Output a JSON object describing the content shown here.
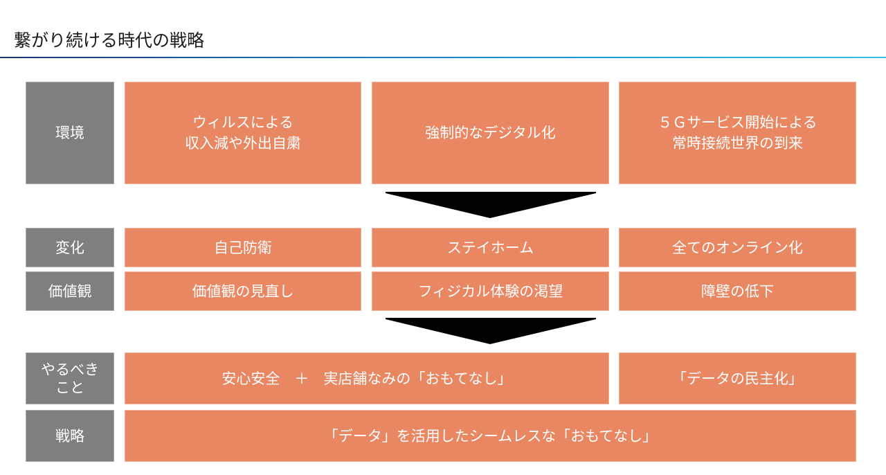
{
  "slide": {
    "title": "繋がり続ける時代の戦略"
  },
  "rows": {
    "environment": {
      "label": "環境",
      "cells": [
        "ウィルスによる\n収入減や外出自粛",
        "強制的なデジタル化",
        "５Ｇサービス開始による\n常時接続世界の到来"
      ]
    },
    "change": {
      "label": "変化",
      "cells": [
        "自己防衛",
        "ステイホーム",
        "全てのオンライン化"
      ]
    },
    "values": {
      "label": "価値観",
      "cells": [
        "価値観の見直し",
        "フィジカル体験の渇望",
        "障壁の低下"
      ]
    },
    "todo": {
      "label": "やるべき\nこと",
      "cells": [
        "安心安全　＋　実店舗なみの「おもてなし」",
        "「データの民主化」"
      ]
    },
    "strategy": {
      "label": "戦略",
      "cells": [
        "「データ」を活用したシームレスな「おもてなし」"
      ]
    }
  },
  "icons": {
    "arrow_1": "chevron-down-arrow",
    "arrow_2": "chevron-down-arrow"
  },
  "colors": {
    "label_bg": "#7f7f7f",
    "cell_bg": "#e88762",
    "arrow": "#000000",
    "rule_start": "#1c3470",
    "rule_end": "#33c0e8"
  }
}
